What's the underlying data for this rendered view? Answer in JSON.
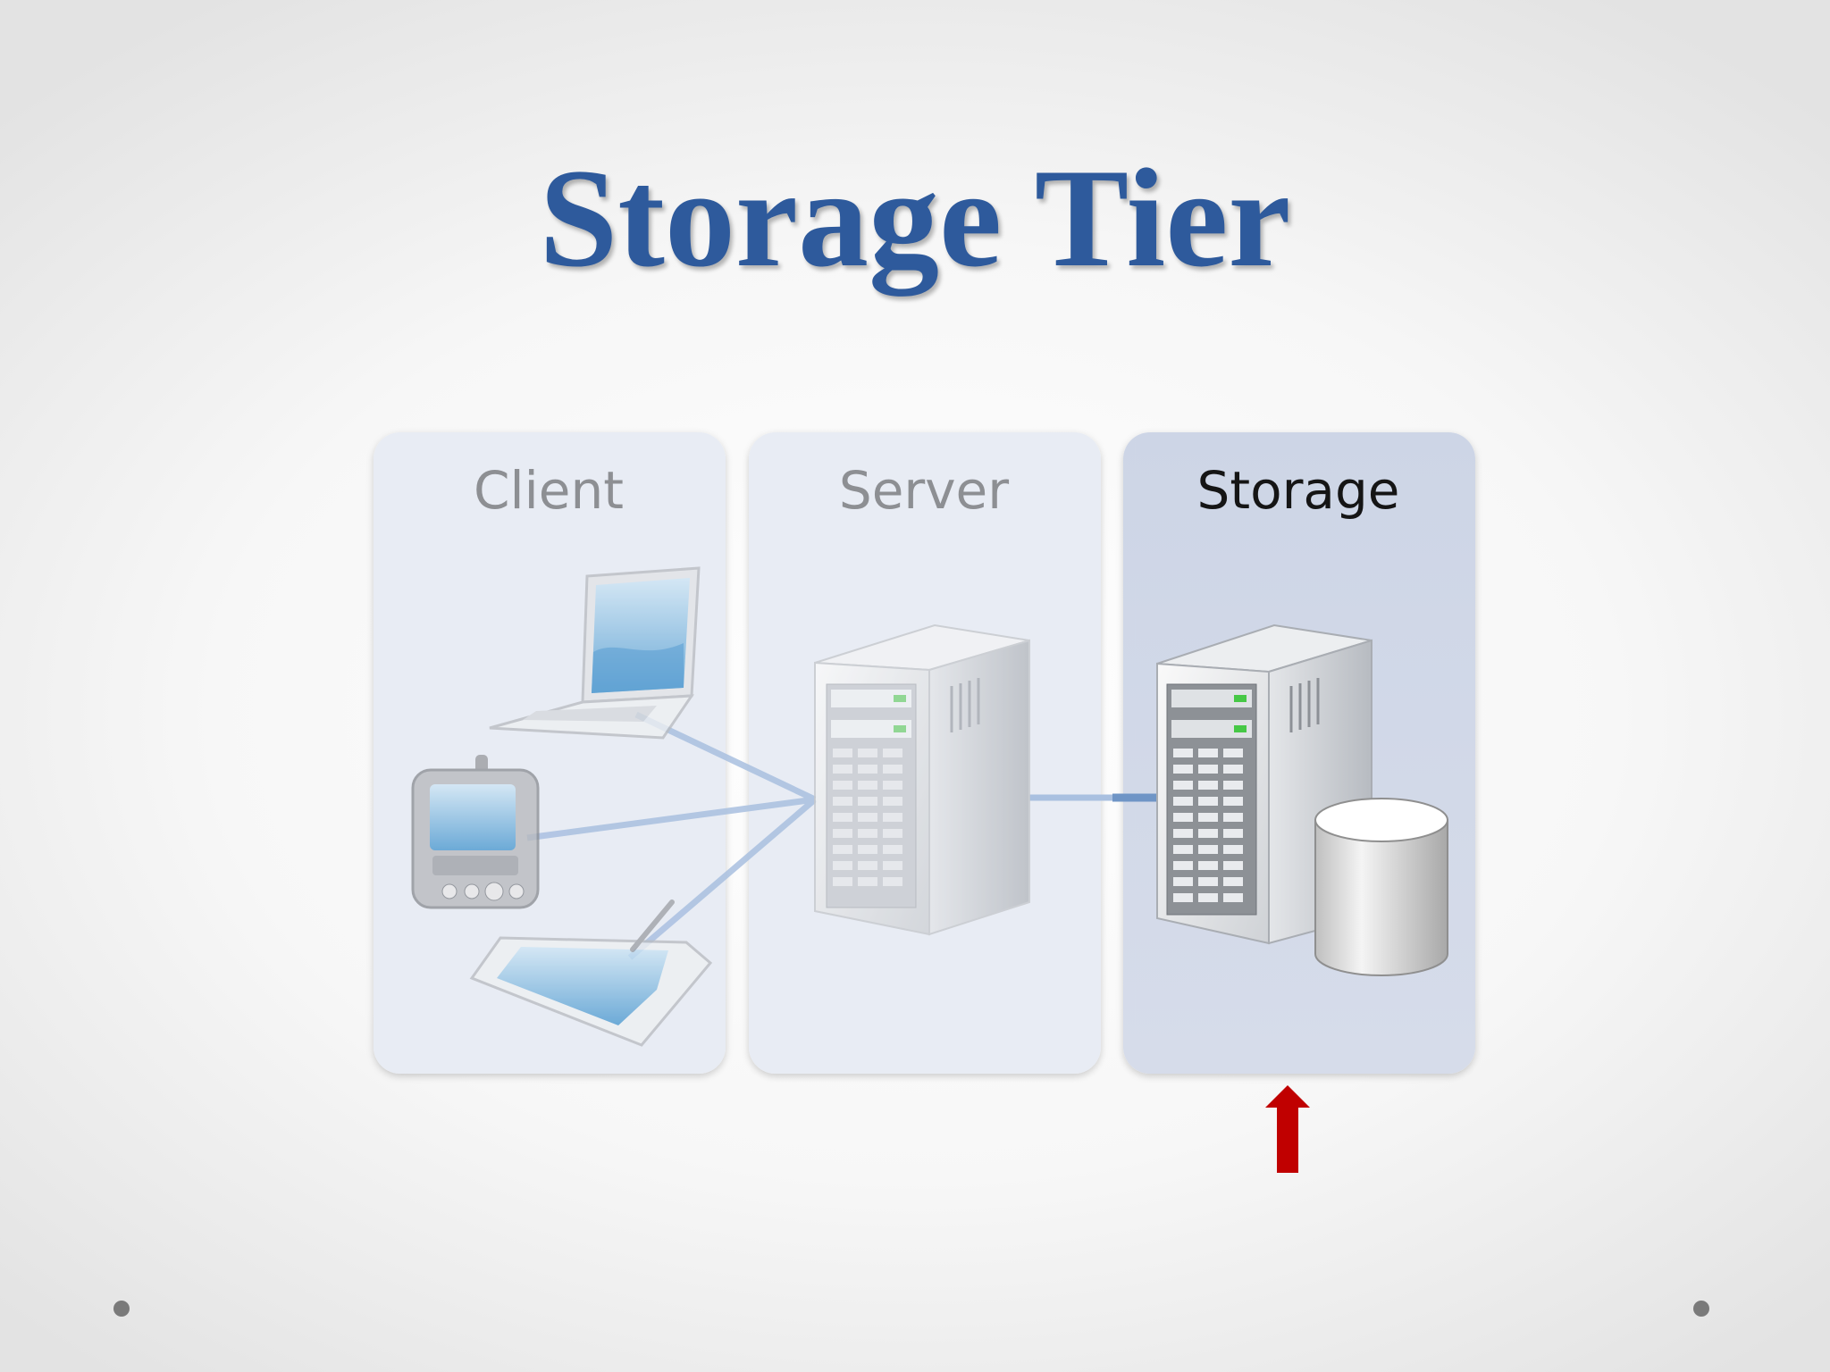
{
  "slide": {
    "title": "Storage Tier"
  },
  "tiers": [
    {
      "label": "Client",
      "highlighted": false
    },
    {
      "label": "Server",
      "highlighted": false
    },
    {
      "label": "Storage",
      "highlighted": true
    }
  ],
  "icons": {
    "client_devices": [
      "laptop-icon",
      "pda-icon",
      "tablet-icon"
    ],
    "server": "server-tower-icon",
    "storage": [
      "server-tower-icon",
      "database-cylinder-icon"
    ],
    "indicator": "up-arrow-icon"
  },
  "colors": {
    "title": "#2e5a9c",
    "panel_dim": "#e9edf5",
    "panel_active": "#d0d8e8",
    "connector": "#9db6d9",
    "arrow": "#c00000"
  }
}
